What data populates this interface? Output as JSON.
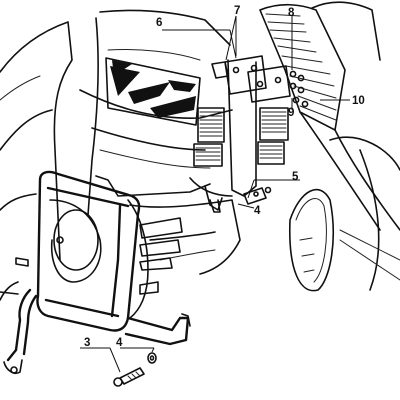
{
  "diagram": {
    "callouts": [
      {
        "id": "c6",
        "text": "6"
      },
      {
        "id": "c7",
        "text": "7"
      },
      {
        "id": "c8",
        "text": "8"
      },
      {
        "id": "c9",
        "text": "9"
      },
      {
        "id": "c10",
        "text": "10"
      },
      {
        "id": "c5",
        "text": "5"
      },
      {
        "id": "c4a",
        "text": "4"
      },
      {
        "id": "c3",
        "text": "3"
      },
      {
        "id": "c4b",
        "text": "4"
      }
    ]
  },
  "colors": {
    "ink": "#111111",
    "paper": "#ffffff"
  }
}
